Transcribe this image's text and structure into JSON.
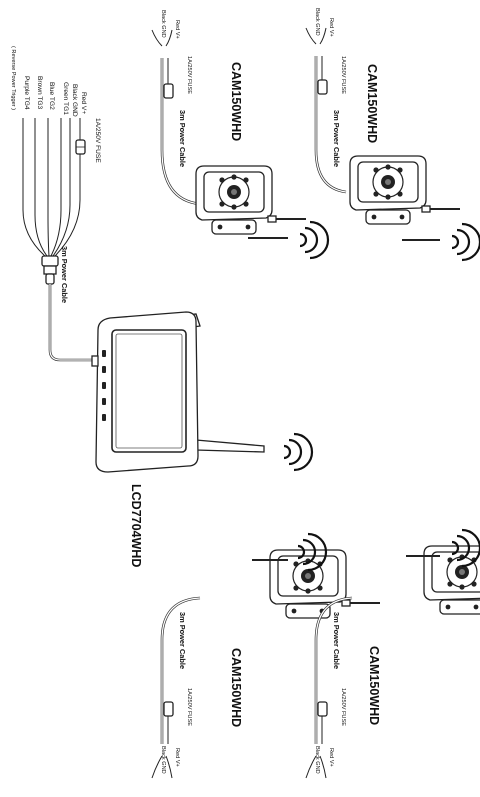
{
  "harness": {
    "wires": [
      "Red V+",
      "Black GND",
      "Green TG1",
      "Blue TG2",
      "Brown TG3",
      "Purple TG4",
      "( Reverse Power Trigger )"
    ],
    "fuse": "1A/250V FUSE",
    "cable": "3m Power Cable"
  },
  "monitor": {
    "model": "LCD7704WHD"
  },
  "cameras": [
    {
      "model": "CAM150WHD",
      "fuse": "1A/250V FUSE",
      "cable": "3m Power Cable",
      "red": "Red V+",
      "black": "Black GND"
    },
    {
      "model": "CAM150WHD",
      "fuse": "1A/250V FUSE",
      "cable": "3m Power Cable",
      "red": "Red V+",
      "black": "Black GND"
    },
    {
      "model": "CAM150WHD",
      "fuse": "1A/250V FUSE",
      "cable": "3m Power Cable",
      "red": "Red V+",
      "black": "Black GND"
    },
    {
      "model": "CAM150WHD",
      "fuse": "1A/250V FUSE",
      "cable": "3m Power Cable",
      "red": "Red V+",
      "black": "Black GND"
    }
  ]
}
